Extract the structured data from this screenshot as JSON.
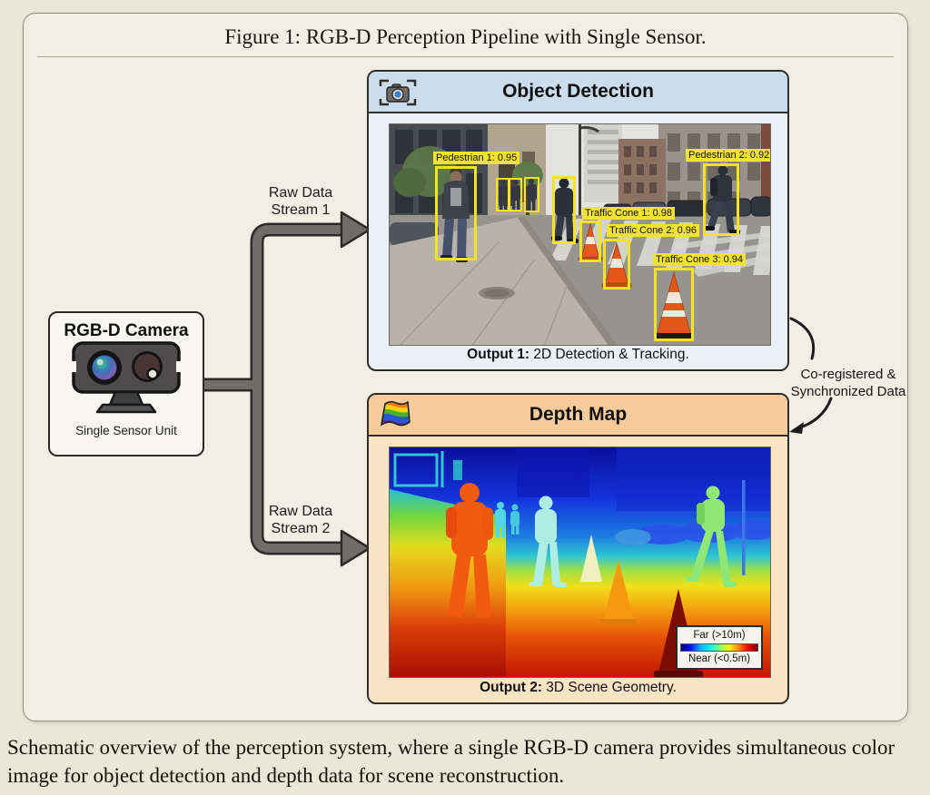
{
  "figure": {
    "title": "Figure 1: RGB-D Perception Pipeline with Single Sensor.",
    "caption": "Schematic overview of the perception system, where a single RGB-D camera provides simultaneous color image for object detection and depth data for scene reconstruction."
  },
  "camera": {
    "title": "RGB-D Camera",
    "subtitle": "Single Sensor Unit"
  },
  "streams": [
    {
      "line1": "Raw Data",
      "line2": "Stream 1"
    },
    {
      "line1": "Raw Data",
      "line2": "Stream 2"
    }
  ],
  "object_detection": {
    "title": "Object Detection",
    "output_label": "Output 1:",
    "output_text": "2D Detection & Tracking.",
    "detections": [
      {
        "label": "Pedestrian 1: 0.95"
      },
      {
        "label": "Pedestrian 2: 0.92"
      },
      {
        "label": "Traffic Cone 1: 0.98"
      },
      {
        "label": "Traffic Cone 2: 0.96"
      },
      {
        "label": "Traffic Cone 3: 0.94"
      }
    ]
  },
  "depth_map": {
    "title": "Depth Map",
    "output_label": "Output 2:",
    "output_text": "3D Scene Geometry.",
    "legend": {
      "far": "Far (>10m)",
      "near": "Near (<0.5m)"
    }
  },
  "annotation": {
    "line1": "Co-registered &",
    "line2": "Synchronized Data"
  },
  "colors": {
    "object_detection_header": "#cbdcec",
    "depth_map_header": "#f7cb9c",
    "detection_box_yellow": "#f4e320",
    "arrow_gray": "#6f6d68",
    "background": "#f1eee3"
  }
}
